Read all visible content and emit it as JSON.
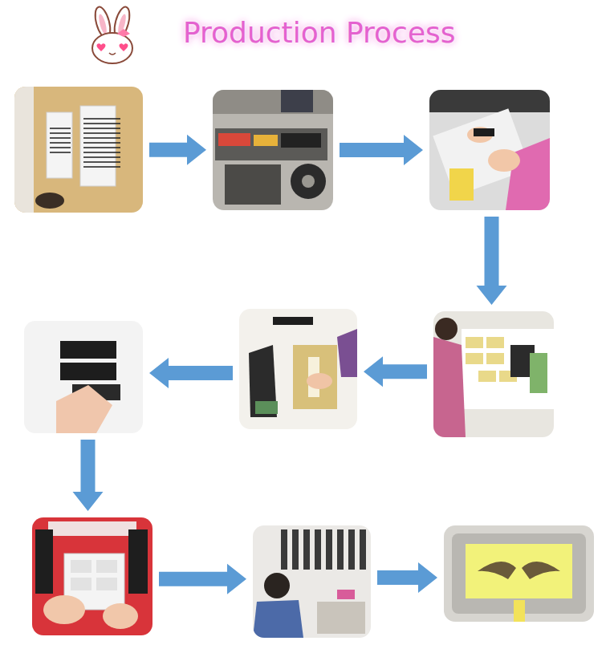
{
  "diagram": {
    "title": "Production Process",
    "nodes": [
      {
        "text": []
      },
      {
        "text": []
      },
      {
        "text": []
      },
      {
        "text": []
      },
      {
        "text": []
      },
      {
        "text": []
      },
      {
        "text": []
      },
      {
        "text": []
      },
      {
        "text": []
      }
    ],
    "edges": [
      {
        "from": 0,
        "to": 1,
        "arrow": "to"
      },
      {
        "from": 1,
        "to": 2,
        "arrow": "to"
      },
      {
        "from": 2,
        "to": 3,
        "arrow": "to"
      },
      {
        "from": 3,
        "to": 4,
        "arrow": "to"
      },
      {
        "from": 4,
        "to": 5,
        "arrow": "to"
      },
      {
        "from": 5,
        "to": 6,
        "arrow": "to"
      },
      {
        "from": 6,
        "to": 7,
        "arrow": "to"
      },
      {
        "from": 7,
        "to": 8,
        "arrow": "to"
      }
    ]
  }
}
